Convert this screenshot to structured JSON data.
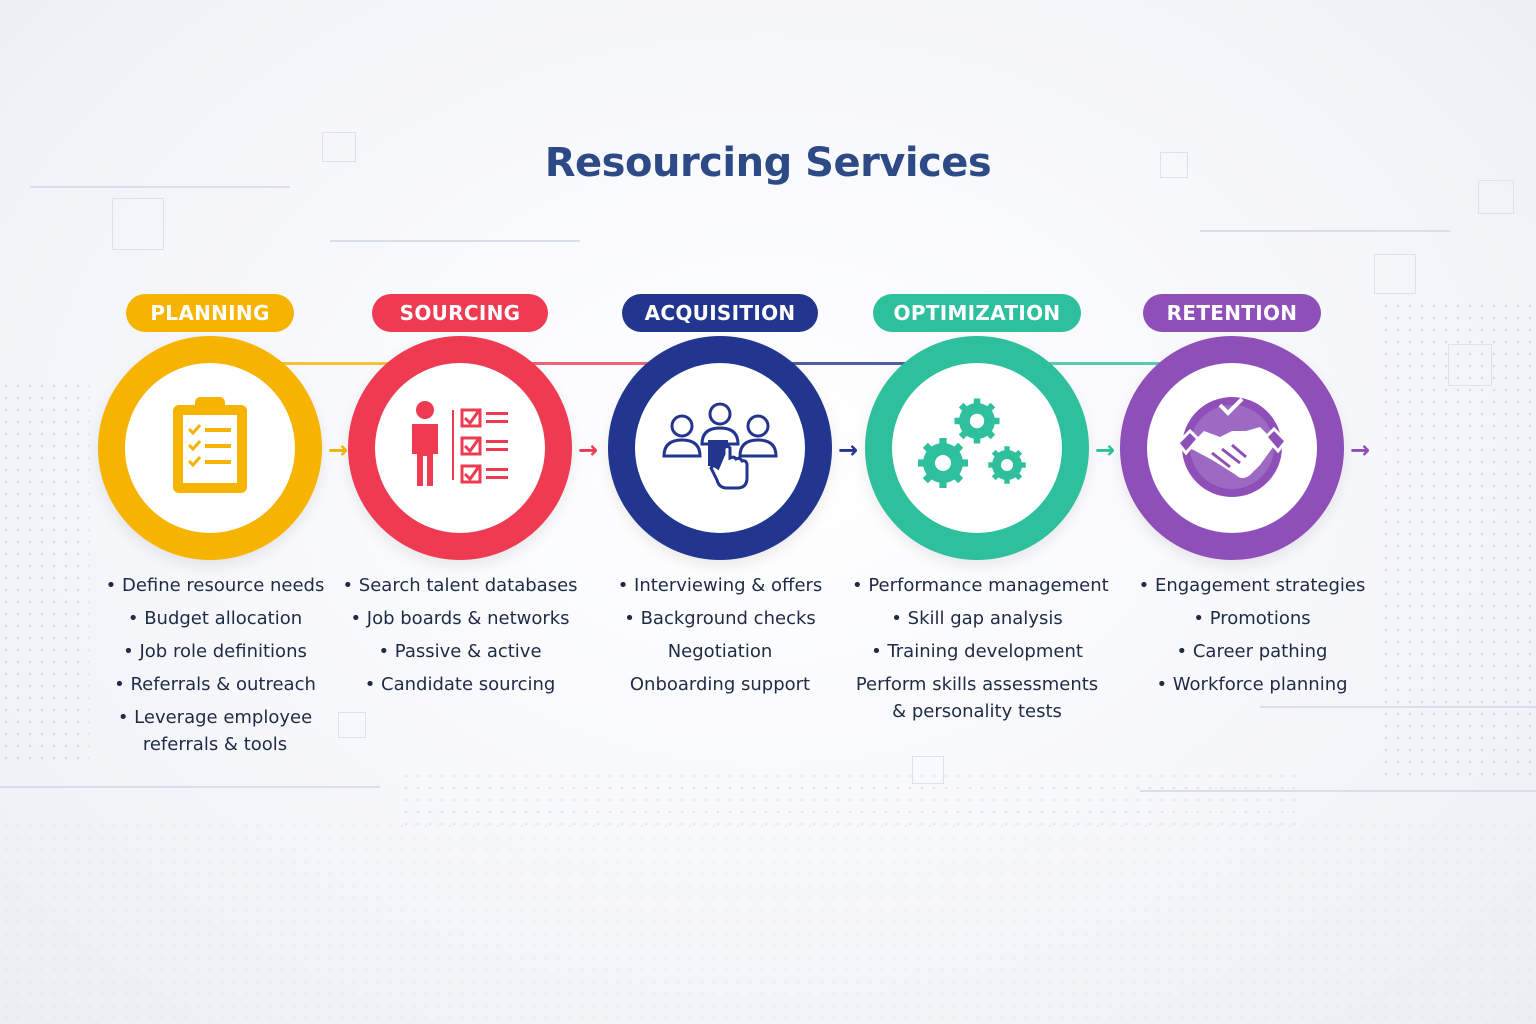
{
  "title": "Resourcing Services",
  "stages": [
    {
      "label": "PLANNING",
      "color": "#f6b400",
      "icon": "clipboard-checklist-icon",
      "items": [
        {
          "text": "Define resource needs",
          "bullet": true
        },
        {
          "text": "Budget allocation",
          "bullet": true
        },
        {
          "text": "Job role definitions",
          "bullet": true
        },
        {
          "text": "Referrals & outreach",
          "bullet": true
        },
        {
          "text": "Leverage employee",
          "bullet": true
        },
        {
          "text": "referrals & tools",
          "bullet": false
        }
      ]
    },
    {
      "label": "SOURCING",
      "color": "#ee3b52",
      "icon": "person-checklist-icon",
      "items": [
        {
          "text": "Search talent databases",
          "bullet": true
        },
        {
          "text": "Job boards & networks",
          "bullet": true
        },
        {
          "text": "Passive & active",
          "bullet": true
        },
        {
          "text": "Candidate sourcing",
          "bullet": true
        }
      ]
    },
    {
      "label": "ACQUISITION",
      "color": "#23368f",
      "icon": "candidate-select-icon",
      "items": [
        {
          "text": "Interviewing & offers",
          "bullet": true
        },
        {
          "text": "Background checks",
          "bullet": true
        },
        {
          "text": "Negotiation",
          "bullet": false
        },
        {
          "text": "Onboarding support",
          "bullet": false
        }
      ]
    },
    {
      "label": "OPTIMIZATION",
      "color": "#2ebf9c",
      "icon": "gears-icon",
      "items": [
        {
          "text": "Performance management",
          "bullet": true
        },
        {
          "text": "Skill gap analysis",
          "bullet": true
        },
        {
          "text": "Training development",
          "bullet": true
        },
        {
          "text": "Perform skills assessments",
          "bullet": false
        },
        {
          "text": "& personality tests",
          "bullet": false
        }
      ]
    },
    {
      "label": "RETENTION",
      "color": "#8e4fb8",
      "icon": "handshake-icon",
      "items": [
        {
          "text": "Engagement strategies",
          "bullet": true
        },
        {
          "text": "Promotions",
          "bullet": true
        },
        {
          "text": "Career pathing",
          "bullet": true
        },
        {
          "text": "Workforce planning",
          "bullet": true
        }
      ]
    }
  ]
}
